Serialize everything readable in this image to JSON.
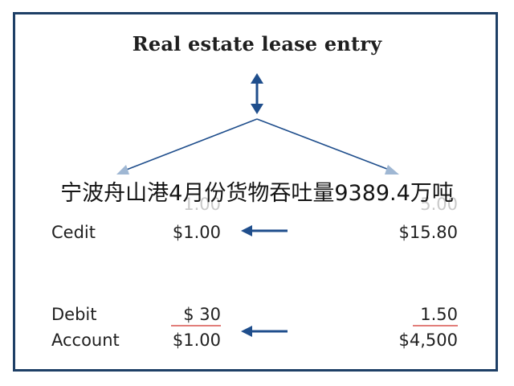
{
  "title": "Real estate lease entry",
  "overlay_caption": "宁波舟山港4月份货物吞吐量9389.4万吨",
  "ghost_row": {
    "left_value": "1.00",
    "right_value": "5.00"
  },
  "rows": {
    "credit": {
      "label": "Cedit",
      "left_value": "$1.00",
      "right_value": "$15.80"
    },
    "debit": {
      "label": "Debit",
      "left_value": "$ 30",
      "right_value": "1.50"
    },
    "account": {
      "label": "Account",
      "left_value": "$1.00",
      "right_value": "$4,500"
    }
  },
  "colors": {
    "frame": "#1e3f66",
    "arrow_dark": "#1f4e8c",
    "arrow_light": "#9fb7d3",
    "underline": "#d9534f"
  },
  "icons": {
    "vertical": "double-headed-arrow-icon",
    "pointer": "left-arrow-icon"
  }
}
